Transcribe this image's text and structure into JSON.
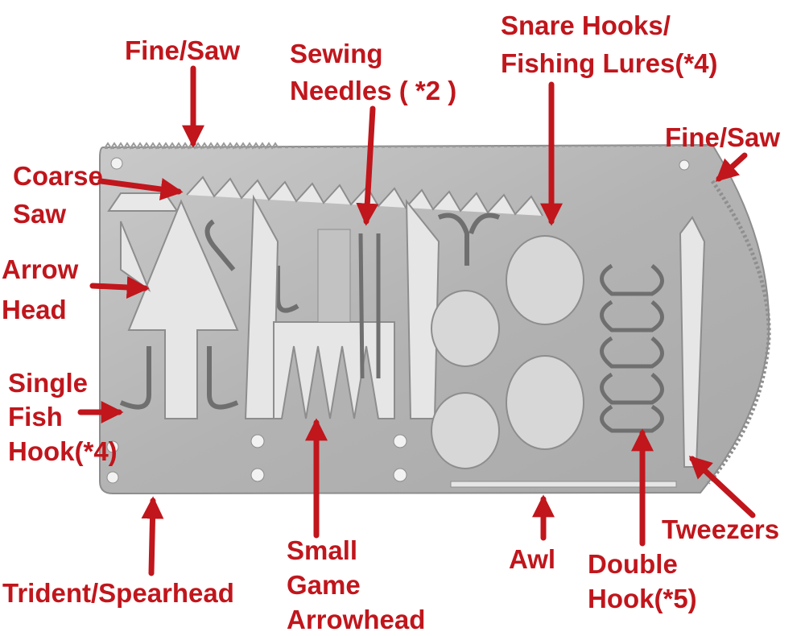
{
  "colors": {
    "label": "#c0161c",
    "arrow": "#c0161c",
    "metal": "#b8b8b8",
    "metal_dark": "#8d8d8d",
    "hole": "#f2f2f2",
    "background": "#ffffff"
  },
  "labels": {
    "fine_saw_top": "Fine/Saw",
    "sewing_needles": [
      "Sewing",
      "Needles ( *2 )"
    ],
    "snare_hooks": [
      "Snare Hooks/",
      "Fishing Lures(*4)"
    ],
    "fine_saw_right": "Fine/Saw",
    "coarse_saw": [
      "Coarse",
      "Saw"
    ],
    "arrow_head": [
      "Arrow",
      "Head"
    ],
    "single_fish_hook": [
      "Single",
      "Fish",
      "Hook(*4)"
    ],
    "trident_spearhead": "Trident/Spearhead",
    "small_game_arrowhead": [
      "Small",
      "Game",
      "Arrowhead"
    ],
    "awl": "Awl",
    "double_hook": [
      "Double",
      "Hook(*5)"
    ],
    "tweezers": "Tweezers"
  }
}
